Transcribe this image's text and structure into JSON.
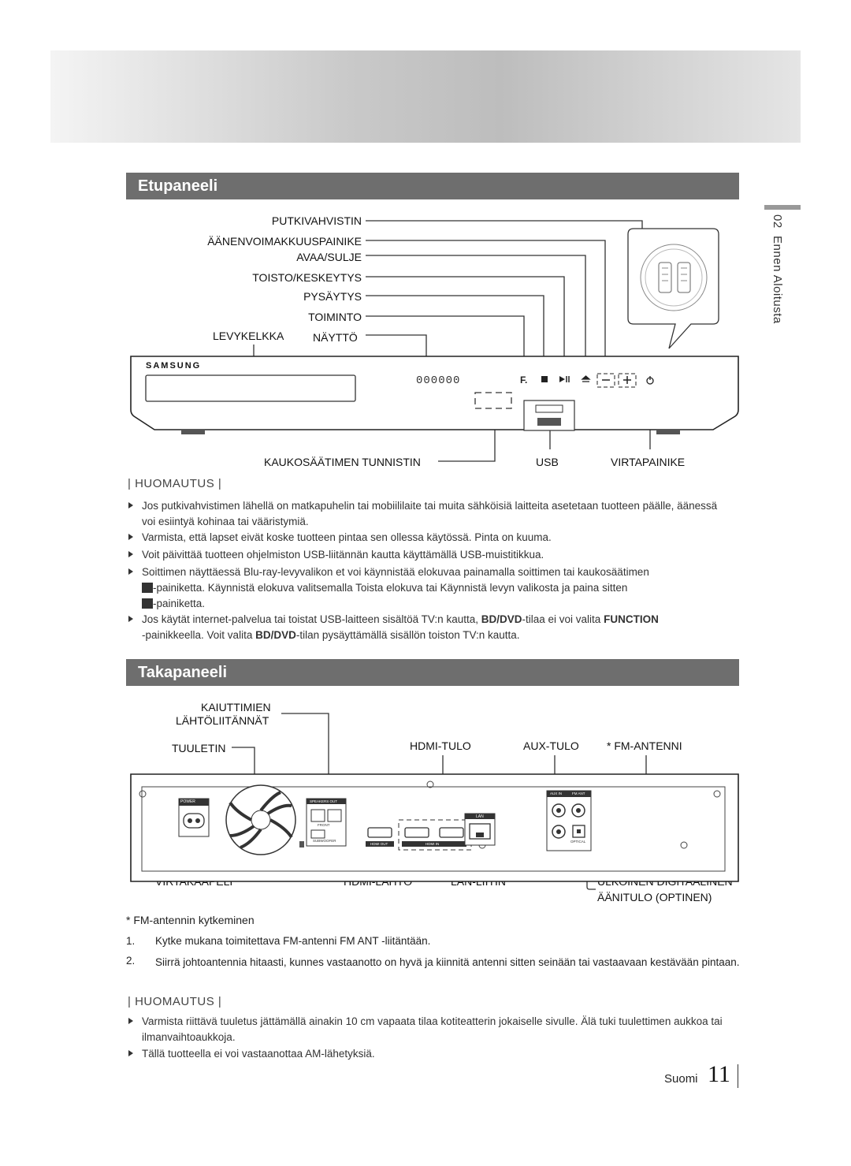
{
  "side": {
    "chapter": "02",
    "title": "Ennen Aloitusta"
  },
  "front": {
    "title": "Etupaneeli",
    "brand": "SAMSUNG",
    "display_text": "000000",
    "labels": {
      "putki": "PUTKIVAHVISTIN",
      "vol": "ÄÄNENVOIMAKKUUSPAINIKE",
      "open": "AVAA/SULJE",
      "play": "TOISTO/KESKEYTYS",
      "stop": "PYSÄYTYS",
      "func": "TOIMINTO",
      "tray": "LEVYKELKKA",
      "disp": "NÄYTTÖ",
      "remote": "KAUKOSÄÄTIMEN TUNNISTIN",
      "usb": "USB",
      "power": "VIRTAPAINIKE"
    },
    "note_heading": "| HUOMAUTUS |",
    "notes": [
      "Jos putkivahvistimen lähellä on matkapuhelin tai mobiililaite tai muita sähköisiä laitteita asetetaan tuotteen päälle, äänessä voi esiintyä kohinaa tai vääristymiä.",
      "Varmista, että lapset eivät koske tuotteen pintaa sen ollessa käytössä. Pinta on kuuma.",
      "Voit päivittää tuotteen ohjelmiston USB-liitännän kautta käyttämällä USB-muistitikkua."
    ],
    "note4_a": "Soittimen näyttäessä Blu-ray-levyvalikon et voi käynnistää elokuvaa painamalla soittimen tai kaukosäätimen",
    "note4_b": "-painiketta. Käynnistä elokuva valitsemalla Toista elokuva tai Käynnistä levyn valikosta ja paina sitten",
    "note4_c": "-painiketta.",
    "note5_a": "Jos käytät internet-palvelua tai toistat USB-laitteen sisältöä TV:n kautta,",
    "note5_b": "BD/DVD",
    "note5_c": "-tilaa ei voi valita",
    "note5_d": "FUNCTION",
    "note5_e": "-painikkeella. Voit valita",
    "note5_f": "BD/DVD",
    "note5_g": "-tilan pysäyttämällä sisällön toiston TV:n kautta."
  },
  "rear": {
    "title": "Takapaneeli",
    "labels": {
      "spk1": "KAIUTTIMIEN",
      "spk2": "LÄHTÖLIITÄNNÄT",
      "fan": "TUULETIN",
      "hdmi_in": "HDMI-TULO",
      "aux": "AUX-TULO",
      "fm": "* FM-ANTENNI",
      "power": "VIRTAKAAPELI",
      "hdmi_out": "HDMI-LÄHTÖ",
      "lan": "LAN-LIITIN",
      "optical1": "ULKOINEN DIGITAALINEN",
      "optical2": "ÄÄNITULO (OPTINEN)"
    },
    "panel_text": {
      "power": "POWER",
      "speakers": "SPEAKERS OUT",
      "front": "FRONT",
      "subwoofer": "SUBWOOFER",
      "lan": "LAN",
      "hdmi_out": "HDMI OUT",
      "hdmi_in": "HDMI IN",
      "aux_in": "AUX IN",
      "fm_ant": "FM ANT",
      "optical": "OPTICAL"
    },
    "fm_heading": "* FM-antennin kytkeminen",
    "steps": [
      {
        "num": "1.",
        "text": "Kytke mukana toimitettava FM-antenni FM ANT -liitäntään."
      },
      {
        "num": "2.",
        "text": "Siirrä johtoantennia hitaasti, kunnes vastaanotto on hyvä ja kiinnitä antenni sitten seinään tai vastaavaan kestävään pintaan."
      }
    ],
    "note_heading": "| HUOMAUTUS |",
    "notes": [
      "Varmista riittävä tuuletus jättämällä ainakin 10 cm vapaata tilaa kotiteatterin jokaiselle sivulle. Älä tuki tuulettimen aukkoa tai ilmanvaihtoaukkoja.",
      "Tällä tuotteella ei voi vastaanottaa AM-lähetyksiä."
    ]
  },
  "footer": {
    "lang": "Suomi",
    "page": "11"
  }
}
